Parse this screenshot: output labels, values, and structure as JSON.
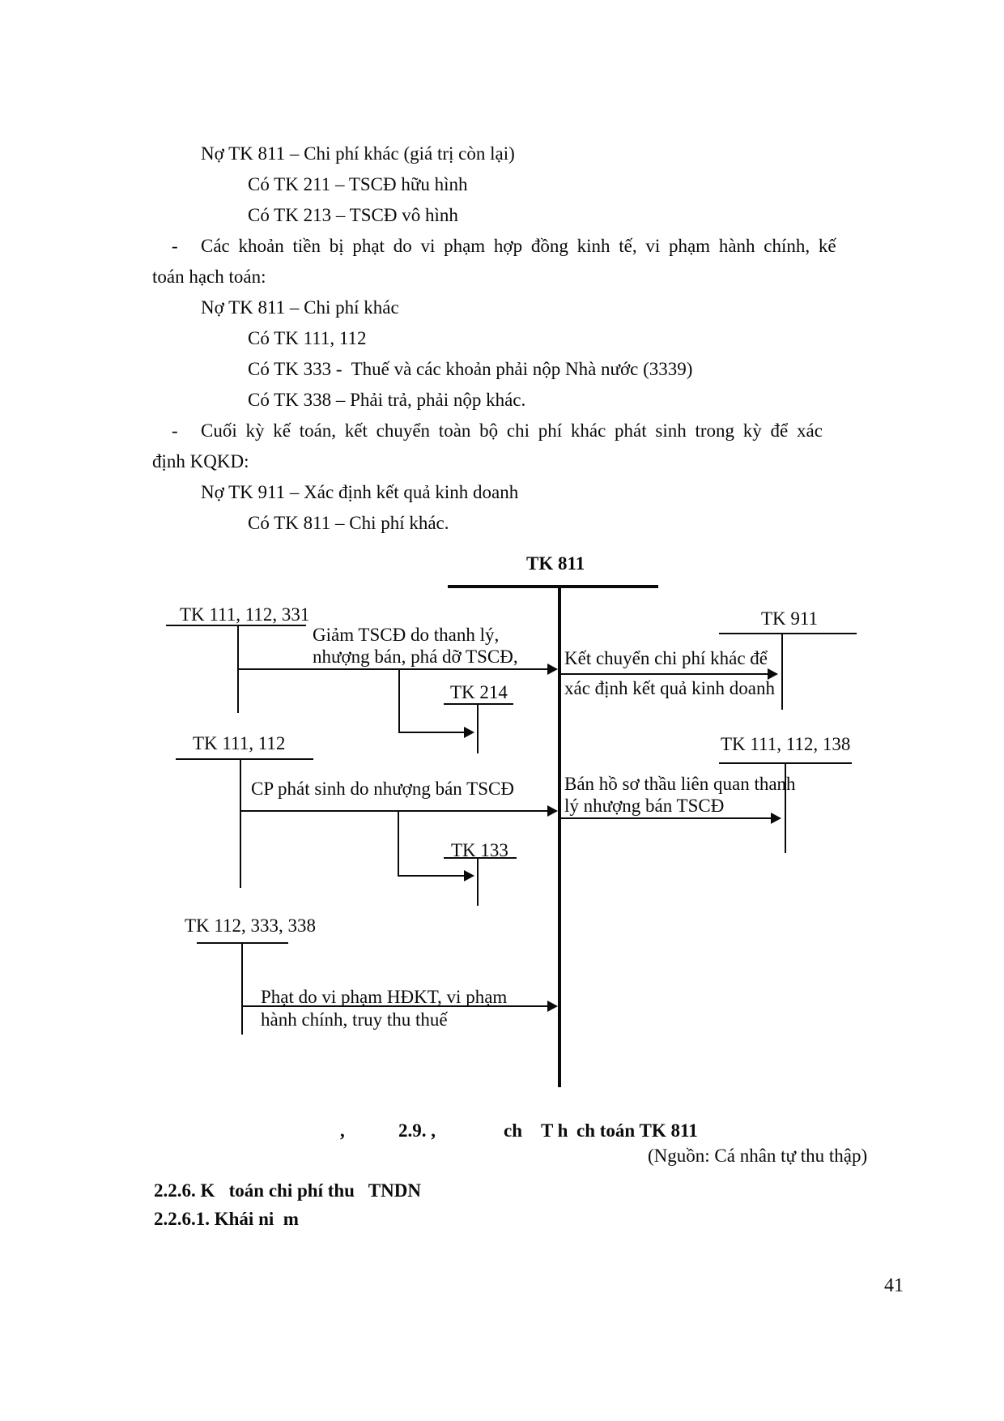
{
  "document": {
    "body_lines": [
      {
        "bullet": "",
        "text": "Nợ TK 811 – Chi phí khác (giá trị còn lại)"
      },
      {
        "bullet": "",
        "text": "Có TK 211 – TSCĐ hữu hình"
      },
      {
        "bullet": "",
        "text": "Có TK 213 – TSCĐ vô hình"
      },
      {
        "bullet": "-",
        "text": "Các khoản tiền bị phạt do vi phạm hợp đồng kinh tế, vi phạm hành chính, kế"
      },
      {
        "bullet": "",
        "text": "toán hạch toán:"
      },
      {
        "bullet": "",
        "text": "Nợ TK 811 – Chi phí khác"
      },
      {
        "bullet": "",
        "text": "Có TK 111, 112"
      },
      {
        "bullet": "",
        "text": "Có TK 333 -  Thuế và các khoản phải nộp Nhà nước (3339)"
      },
      {
        "bullet": "",
        "text": "Có TK 338 – Phải trả, phải nộp khác."
      },
      {
        "bullet": "-",
        "text": "Cuối kỳ kế toán, kết chuyển toàn bộ chi phí khác phát sinh trong kỳ để xác"
      },
      {
        "bullet": "",
        "text": "định KQKD:"
      },
      {
        "bullet": "",
        "text": "Nợ TK 911 – Xác định kết quả kinh doanh"
      },
      {
        "bullet": "",
        "text": "Có TK 811 – Chi phí khác."
      }
    ],
    "diagram": {
      "title": "TK 811",
      "accounts": {
        "left1": "TK 111, 112, 331",
        "left2": "TK 111, 112",
        "left3": "TK 112, 333, 338",
        "contra1": "TK 214",
        "contra2": "TK 133",
        "right1": "TK 911",
        "right2": "TK 111, 112, 138"
      },
      "flows": {
        "in1_line1": "Giảm TSCĐ do thanh lý,",
        "in1_line2": "nhượng bán, phá dỡ TSCĐ,",
        "in2": "CP phát sinh do nhượng bán TSCĐ",
        "in3_line1": "Phạt do vi phạm HĐKT, vi phạm",
        "in3_line2": "hành chính, truy thu thuế",
        "out1_line1": "Kết chuyển chi phí khác để",
        "out1_line2": "xác định kết quả kinh doanh",
        "out2_line1": "Bán hồ sơ thầu liên quan thanh",
        "out2_line2": "lý nhượng bán TSCĐ"
      },
      "caption_parts": {
        "p1": ",",
        "p2": "2.9. ,",
        "p3": "ch",
        "p4": "T h",
        "p5": "ch toán TK 811"
      },
      "source": "(Nguồn: Cá nhân tự thu thập)"
    },
    "headings": {
      "section": "2.2.6. K   toán chi phí thu   TNDN",
      "subsection": "2.2.6.1. Khái ni  m"
    },
    "page_number": "41"
  }
}
